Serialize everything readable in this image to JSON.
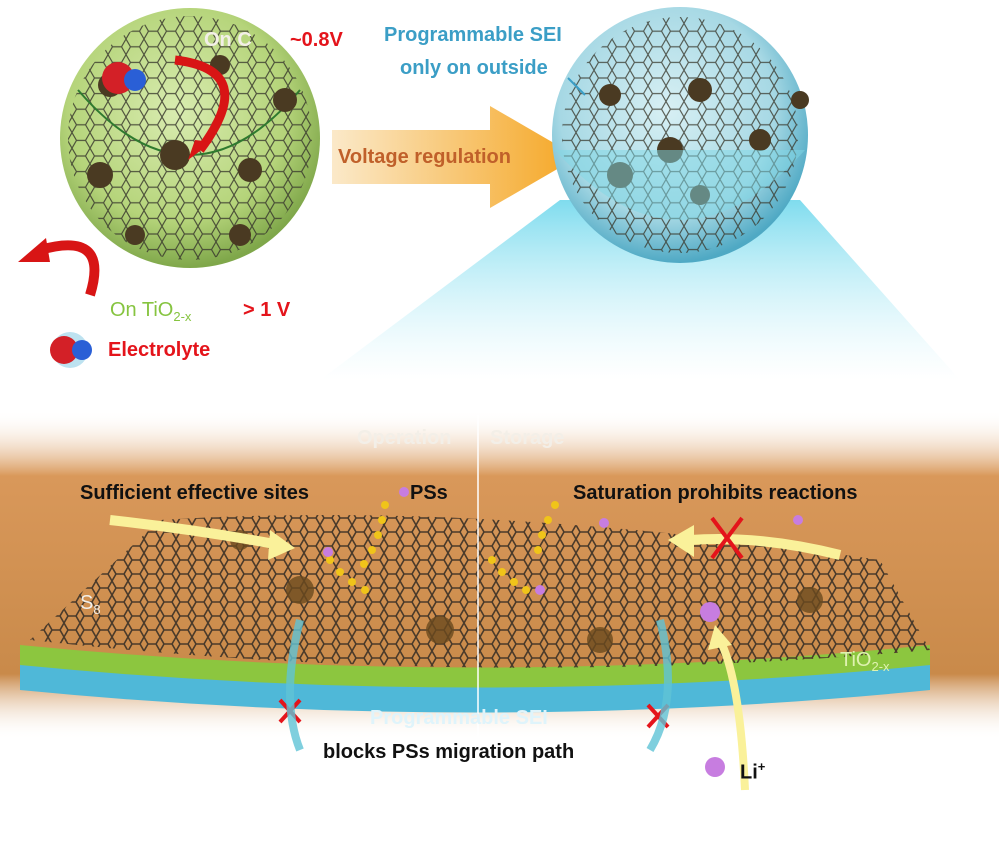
{
  "top": {
    "left_sphere": {
      "on_c": "On C",
      "on_c_voltage": "~0.8V",
      "on_tio2_prefix": "On TiO",
      "on_tio2_sub": "2-x",
      "on_tio2_voltage": "> 1 V",
      "electrolyte": "Electrolyte"
    },
    "arrow_label": "Voltage regulation",
    "right_sphere": {
      "sei_line1": "Programmable SEI",
      "sei_line2": "only on outside"
    }
  },
  "bottom": {
    "operation": "Operation",
    "storage": "Storage",
    "sufficient_sites": "Sufficient effective sites",
    "pss": "PSs",
    "saturation": "Saturation prohibits reactions",
    "s8_prefix": "S",
    "s8_sub": "8",
    "tio2_prefix": "TiO",
    "tio2_sub": "2-x",
    "sei_label": "Programmable SEI",
    "blocks_label": "blocks PSs migration path",
    "li_prefix": "Li",
    "li_sup": "+"
  },
  "colors": {
    "red": "#e4141b",
    "teal": "#3b9ec6",
    "green": "#86c440",
    "arrow_orange": "#f5a623",
    "electrolyte_brown": "#c98a4a",
    "sei_blue": "#4fb8d8"
  }
}
